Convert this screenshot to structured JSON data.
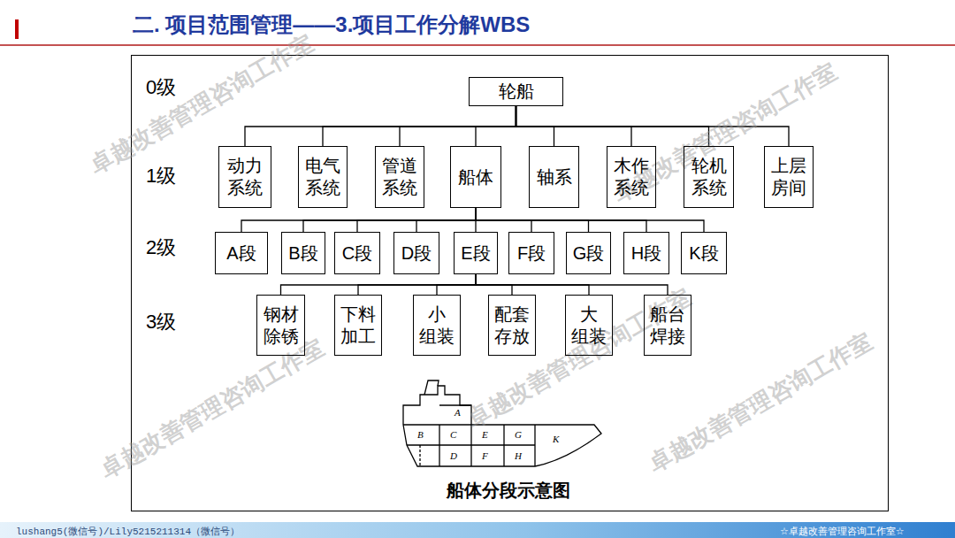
{
  "diagram": {
    "title": "二. 项目范围管理——3.项目工作分解WBS",
    "caption": "船体分段示意图",
    "nodes": [
      {
        "text": [
          "轮船"
        ]
      },
      {
        "text": [
          "动力 系统"
        ]
      },
      {
        "text": [
          "电气 系统"
        ]
      },
      {
        "text": [
          "管道 系统"
        ]
      },
      {
        "text": [
          "船体"
        ]
      },
      {
        "text": [
          "轴系"
        ]
      },
      {
        "text": [
          "木作 系统"
        ]
      },
      {
        "text": [
          "轮机 系统"
        ]
      },
      {
        "text": [
          "上层 房间"
        ]
      },
      {
        "text": [
          "A段"
        ]
      },
      {
        "text": [
          "B段"
        ]
      },
      {
        "text": [
          "C段"
        ]
      },
      {
        "text": [
          "D段"
        ]
      },
      {
        "text": [
          "E段"
        ]
      },
      {
        "text": [
          "F段"
        ]
      },
      {
        "text": [
          "G段"
        ]
      },
      {
        "text": [
          "H段"
        ]
      },
      {
        "text": [
          "K段"
        ]
      },
      {
        "text": [
          "钢材 除锈"
        ]
      },
      {
        "text": [
          "下料 加工"
        ]
      },
      {
        "text": [
          "小 组装"
        ]
      },
      {
        "text": [
          "配套 存放"
        ]
      },
      {
        "text": [
          "大 组装"
        ]
      },
      {
        "text": [
          "船台 焊接"
        ]
      }
    ],
    "edges": [
      {
        "from": 0,
        "to": 1,
        "arrow": "none"
      },
      {
        "from": 0,
        "to": 2,
        "arrow": "none"
      },
      {
        "from": 0,
        "to": 3,
        "arrow": "none"
      },
      {
        "from": 0,
        "to": 4,
        "arrow": "none"
      },
      {
        "from": 0,
        "to": 5,
        "arrow": "none"
      },
      {
        "from": 0,
        "to": 6,
        "arrow": "none"
      },
      {
        "from": 0,
        "to": 7,
        "arrow": "none"
      },
      {
        "from": 0,
        "to": 8,
        "arrow": "none"
      },
      {
        "from": 4,
        "to": 9,
        "arrow": "none"
      },
      {
        "from": 4,
        "to": 10,
        "arrow": "none"
      },
      {
        "from": 4,
        "to": 11,
        "arrow": "none"
      },
      {
        "from": 4,
        "to": 12,
        "arrow": "none"
      },
      {
        "from": 4,
        "to": 13,
        "arrow": "none"
      },
      {
        "from": 4,
        "to": 14,
        "arrow": "none"
      },
      {
        "from": 4,
        "to": 15,
        "arrow": "none"
      },
      {
        "from": 4,
        "to": 16,
        "arrow": "none"
      },
      {
        "from": 4,
        "to": 17,
        "arrow": "none"
      },
      {
        "from": 13,
        "to": 18,
        "arrow": "none"
      },
      {
        "from": 13,
        "to": 19,
        "arrow": "none"
      },
      {
        "from": 13,
        "to": 20,
        "arrow": "none"
      },
      {
        "from": 13,
        "to": 21,
        "arrow": "none"
      },
      {
        "from": 13,
        "to": 22,
        "arrow": "none"
      },
      {
        "from": 13,
        "to": 23,
        "arrow": "none"
      }
    ],
    "labels": [
      "0级",
      "1级",
      "2级",
      "3级",
      "A",
      "B",
      "C",
      "E",
      "G",
      "K",
      "D",
      "F",
      "H",
      "卓越改善管理咨询工作室",
      "卓越改善管理咨询工作室",
      "卓越改善管理咨询工作室",
      "卓越改善管理咨询工作室",
      "卓越改善管理咨询工作室",
      "lushang5(微信号)/Lily5215211314（微信号）",
      "☆卓越改善管理咨询工作室☆"
    ]
  }
}
